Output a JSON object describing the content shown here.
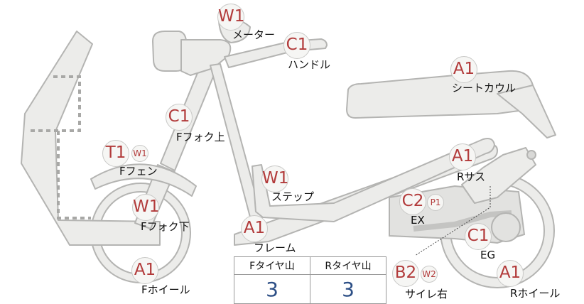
{
  "parts": [
    {
      "id": "meter",
      "grade": "W1",
      "label": "メーター"
    },
    {
      "id": "handle",
      "grade": "C1",
      "label": "ハンドル"
    },
    {
      "id": "seat-cowl",
      "grade": "A1",
      "label": "シートカウル"
    },
    {
      "id": "f-fork-upper",
      "grade": "C1",
      "label": "Fフォク上"
    },
    {
      "id": "f-fender",
      "grade": "T1",
      "sub": "W1",
      "label": "Fフェン"
    },
    {
      "id": "step",
      "grade": "W1",
      "label": "ステップ"
    },
    {
      "id": "r-suspension",
      "grade": "A1",
      "label": "Rサス"
    },
    {
      "id": "exhaust",
      "grade": "C2",
      "sub": "P1",
      "label": "EX"
    },
    {
      "id": "f-fork-lower",
      "grade": "W1",
      "label": "Fフォク下"
    },
    {
      "id": "frame",
      "grade": "A1",
      "label": "フレーム"
    },
    {
      "id": "engine",
      "grade": "C1",
      "label": "EG"
    },
    {
      "id": "f-wheel",
      "grade": "A1",
      "label": "Fホイール"
    },
    {
      "id": "muffler-right",
      "grade": "B2",
      "sub": "W2",
      "label": "サイレ右"
    },
    {
      "id": "r-wheel",
      "grade": "A1",
      "label": "Rホイール"
    }
  ],
  "tread": {
    "front_header": "Fタイヤ山",
    "rear_header": "Rタイヤ山",
    "front_value": "3",
    "rear_value": "3"
  }
}
